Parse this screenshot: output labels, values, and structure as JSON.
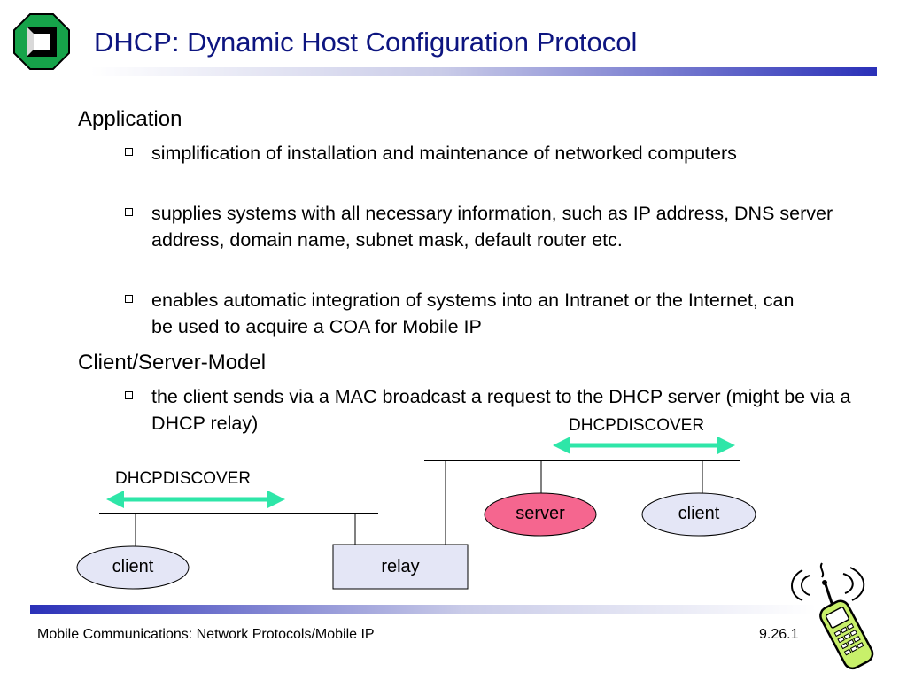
{
  "slide": {
    "title": "DHCP: Dynamic Host Configuration Protocol",
    "sections": [
      {
        "heading": "Application",
        "bullets": [
          "simplification of installation and maintenance of networked computers",
          "supplies systems with all necessary information, such as IP address, DNS server address, domain name, subnet mask, default router etc.",
          "enables automatic integration of systems into an Intranet or the Internet, can be used to acquire a COA for Mobile IP"
        ]
      },
      {
        "heading": "Client/Server-Model",
        "bullets": [
          "the client sends via a MAC broadcast a request to the DHCP server (might be via a DHCP relay)"
        ]
      }
    ]
  },
  "diagram": {
    "left_message": "DHCPDISCOVER",
    "right_message": "DHCPDISCOVER",
    "client_left": "client",
    "relay": "relay",
    "server": "server",
    "client_right": "client"
  },
  "footer": {
    "left": "Mobile Communications: Network Protocols/Mobile IP",
    "right": "9.26.1"
  },
  "colors": {
    "title": "#0d1580",
    "server_fill": "#f5668f",
    "node_fill": "#e4e6f6",
    "arrow": "#2ee6a8",
    "bar_dark": "#2a30b8"
  },
  "icons": {
    "logo": "university-logo-icon",
    "phone": "mobile-phone-clipart-icon"
  }
}
